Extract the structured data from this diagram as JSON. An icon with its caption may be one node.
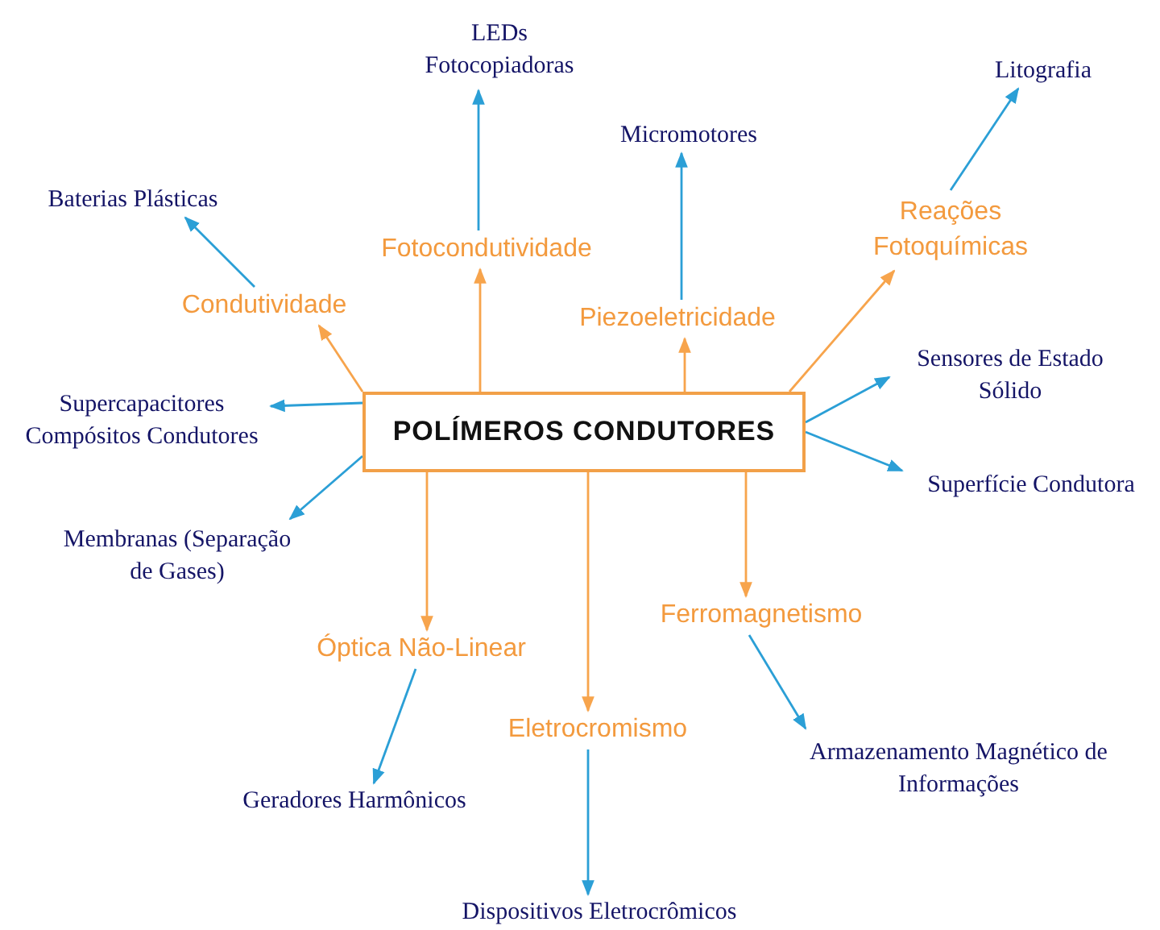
{
  "diagram": {
    "nodes": [
      {
        "text": [
          "POLÍMEROS CONDUTORES"
        ]
      },
      {
        "text": [
          "LEDs Fotocopiadoras"
        ]
      },
      {
        "text": [
          "Litografia"
        ]
      },
      {
        "text": [
          "Micromotores"
        ]
      },
      {
        "text": [
          "Baterias Plásticas"
        ]
      },
      {
        "text": [
          "Fotocondutividade"
        ]
      },
      {
        "text": [
          "Reações Fotoquímicas"
        ]
      },
      {
        "text": [
          "Condutividade"
        ]
      },
      {
        "text": [
          "Piezoeletricidade"
        ]
      },
      {
        "text": [
          "Sensores de Estado Sólido"
        ]
      },
      {
        "text": [
          "Supercapacitores Compósitos Condutores"
        ]
      },
      {
        "text": [
          "Superfície Condutora"
        ]
      },
      {
        "text": [
          "Membranas (Separação de Gases)"
        ]
      },
      {
        "text": [
          "Ferromagnetismo"
        ]
      },
      {
        "text": [
          "Óptica Não-Linear"
        ]
      },
      {
        "text": [
          "Eletrocromismo"
        ]
      },
      {
        "text": [
          "Armazenamento Magnético de Informações"
        ]
      },
      {
        "text": [
          "Geradores Harmônicos"
        ]
      },
      {
        "text": [
          "Dispositivos Eletrocrômicos"
        ]
      }
    ],
    "edges": [
      {
        "from": 0,
        "to": 5,
        "arrow": "to",
        "color": "#f7a44c"
      },
      {
        "from": 0,
        "to": 7,
        "arrow": "to",
        "color": "#f7a44c"
      },
      {
        "from": 0,
        "to": 8,
        "arrow": "to",
        "color": "#f7a44c"
      },
      {
        "from": 0,
        "to": 6,
        "arrow": "to",
        "color": "#f7a44c"
      },
      {
        "from": 0,
        "to": 13,
        "arrow": "to",
        "color": "#f7a44c"
      },
      {
        "from": 0,
        "to": 14,
        "arrow": "to",
        "color": "#f7a44c"
      },
      {
        "from": 0,
        "to": 15,
        "arrow": "to",
        "color": "#f7a44c"
      },
      {
        "from": 5,
        "to": 1,
        "arrow": "to"
      },
      {
        "from": 8,
        "to": 3,
        "arrow": "to"
      },
      {
        "from": 7,
        "to": 4,
        "arrow": "to"
      },
      {
        "from": 6,
        "to": 2,
        "arrow": "to"
      },
      {
        "from": 0,
        "to": 10,
        "arrow": "to"
      },
      {
        "from": 0,
        "to": 9,
        "arrow": "to"
      },
      {
        "from": 0,
        "to": 11,
        "arrow": "to"
      },
      {
        "from": 0,
        "to": 12,
        "arrow": "to"
      },
      {
        "from": 13,
        "to": 16,
        "arrow": "to"
      },
      {
        "from": 14,
        "to": 17,
        "arrow": "to"
      },
      {
        "from": 15,
        "to": 18,
        "arrow": "to"
      }
    ]
  }
}
